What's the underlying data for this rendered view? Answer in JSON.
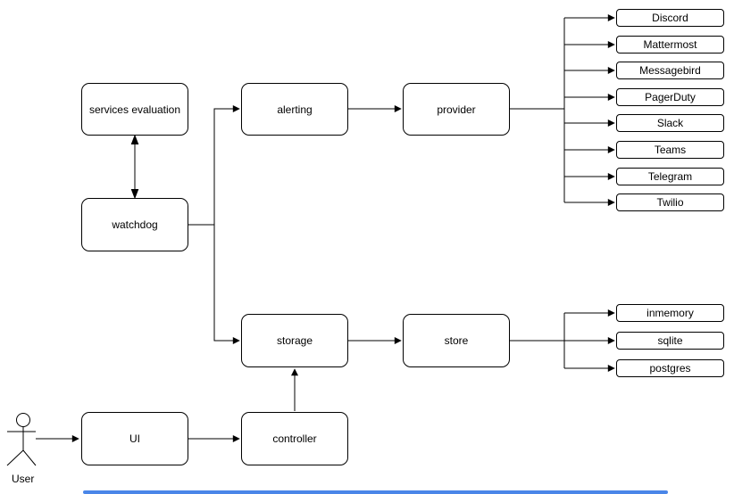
{
  "diagram": {
    "nodes": {
      "services_evaluation": "services evaluation",
      "watchdog": "watchdog",
      "alerting": "alerting",
      "provider": "provider",
      "storage": "storage",
      "store": "store",
      "ui": "UI",
      "controller": "controller"
    },
    "actor_label": "User",
    "providers": [
      "Discord",
      "Mattermost",
      "Messagebird",
      "PagerDuty",
      "Slack",
      "Teams",
      "Telegram",
      "Twilio"
    ],
    "stores": [
      "inmemory",
      "sqlite",
      "postgres"
    ],
    "colors": {
      "stroke": "#000000",
      "node_fill": "#ffffff",
      "background": "#ffffff",
      "scrollbar": "#4a86e8"
    }
  }
}
